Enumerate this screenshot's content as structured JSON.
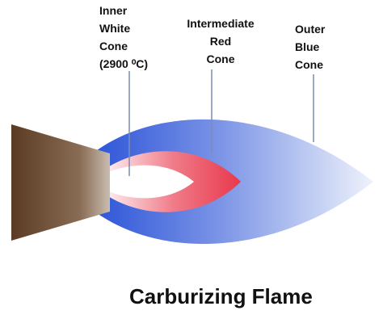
{
  "labels": {
    "inner": "Inner\nWhite\nCone\n(2900 ⁰C)",
    "red": "Intermediate\nRed\nCone",
    "outer": "Outer\nBlue\nCone"
  },
  "caption": "Carburizing Flame",
  "colors": {
    "outer_blue_deep": "#2f56d8",
    "outer_blue_light": "#eef2fb",
    "red_cone": "#e8384c",
    "red_cone_light": "#fdeef0",
    "torch_brown": "#5a3a22",
    "torch_light": "#c9bdb0",
    "leader_line": "#7a8bb8"
  }
}
